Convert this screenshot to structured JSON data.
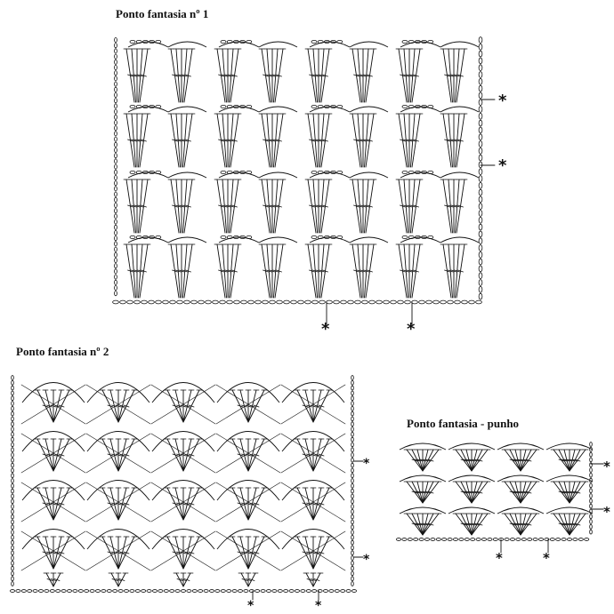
{
  "diagrams": [
    {
      "id": "p1",
      "title": "Ponto fantasia nº 1",
      "marker_symbol": "*"
    },
    {
      "id": "p2",
      "title": "Ponto fantasia nº 2",
      "marker_symbol": "*"
    },
    {
      "id": "p3",
      "title": "Ponto fantasia - punho",
      "marker_symbol": "*"
    }
  ],
  "colors": {
    "ink": "#111111",
    "background": "#ffffff"
  }
}
